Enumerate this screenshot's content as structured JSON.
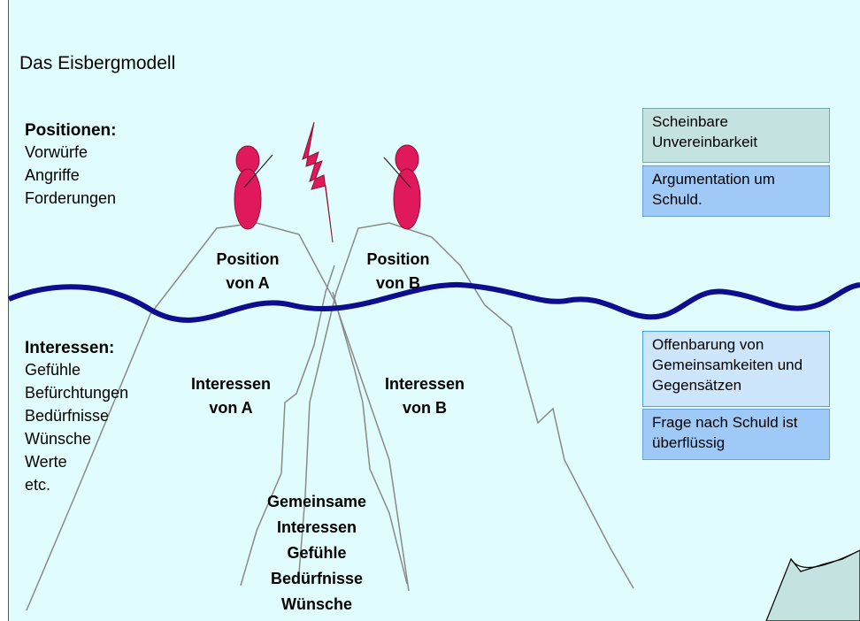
{
  "title": "Das Eisbergmodell",
  "positionen": {
    "heading": "Positionen:",
    "items": [
      "Vorwürfe",
      "Angriffe",
      "Forderungen"
    ]
  },
  "interessen": {
    "heading": "Interessen:",
    "items": [
      "Gefühle",
      "Befürchtungen",
      "Bedürfnisse",
      "Wünsche",
      "Werte",
      "etc."
    ]
  },
  "peaks": {
    "position_a": [
      "Position",
      "von A"
    ],
    "position_b": [
      "Position",
      "von B"
    ],
    "interessen_a": [
      "Interessen",
      "von A"
    ],
    "interessen_b": [
      "Interessen",
      "von B"
    ],
    "gemeinsame": [
      "Gemeinsame",
      "Interessen",
      "Gefühle",
      "Bedürfnisse",
      "Wünsche"
    ]
  },
  "boxes": {
    "scheinbare": "Scheinbare Unvereinbarkeit",
    "argumentation": "Argumentation um Schuld.",
    "offenbarung": "Offenbarung von Gemeinsamkeiten und Gegensätzen",
    "frage": "Frage nach Schuld ist überflüssig"
  },
  "colors": {
    "background": "#e0fcfc",
    "figure": "#e0195c",
    "wave": "#0d0d8e",
    "mountain": "#8a8a8a"
  }
}
